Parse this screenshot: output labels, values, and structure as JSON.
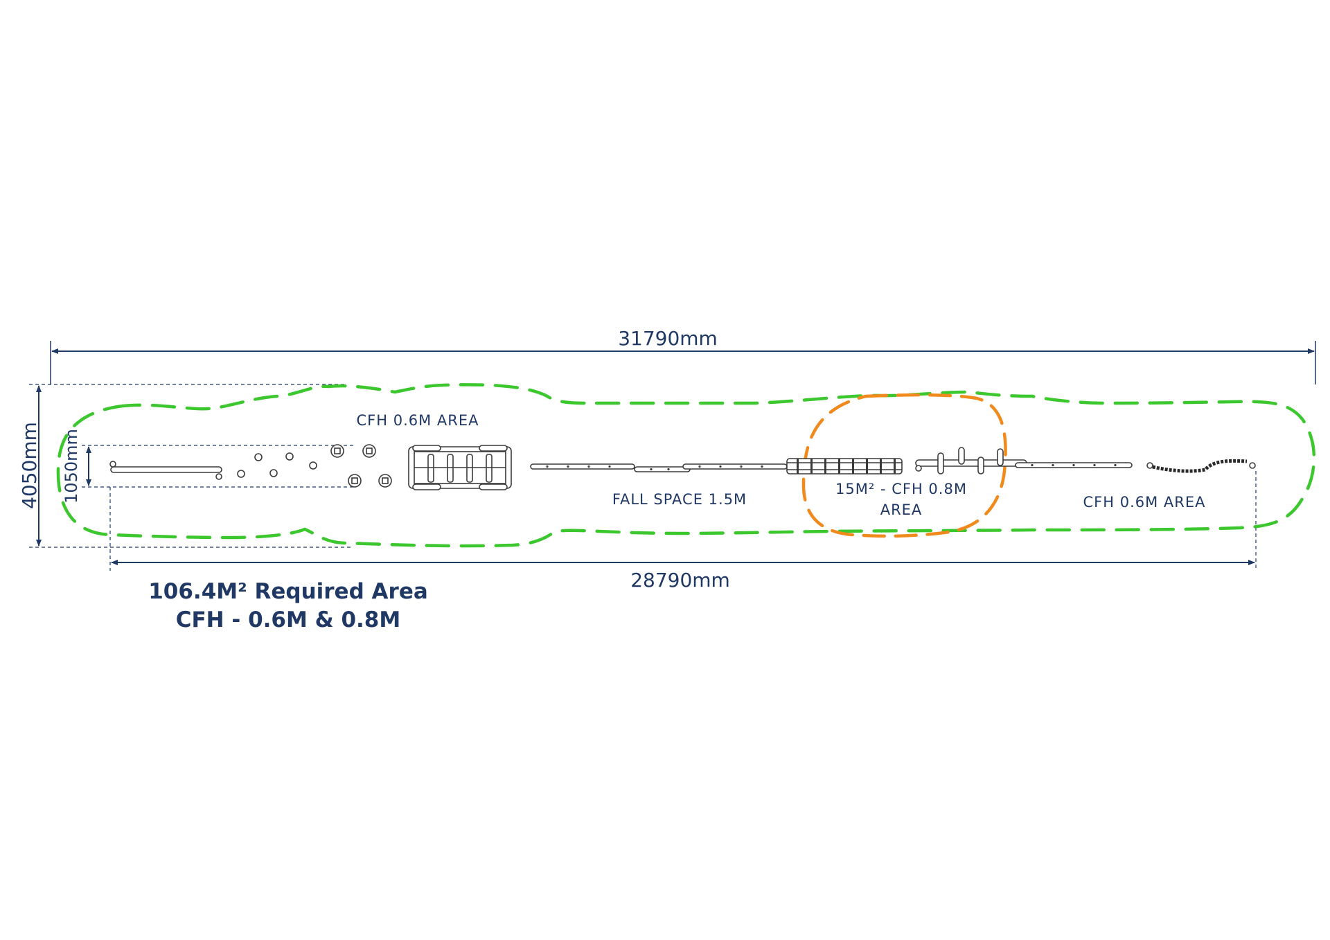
{
  "dimensions": {
    "overall_length": "31790mm",
    "equipment_length": "28790mm",
    "overall_width": "4050mm",
    "equipment_width": "1050mm"
  },
  "zones": {
    "cfh_left": "CFH 0.6M AREA",
    "fall_space": "FALL SPACE 1.5M",
    "cfh_center_line1": "15M² - CFH 0.8M",
    "cfh_center_line2": "AREA",
    "cfh_right": "CFH 0.6M AREA"
  },
  "required_area": {
    "line1": "106.4M² Required Area",
    "line2": "CFH - 0.6M & 0.8M"
  },
  "colors": {
    "dimension": "#1f3864",
    "zone_06": "#3cc72e",
    "zone_08": "#f08a1c"
  }
}
